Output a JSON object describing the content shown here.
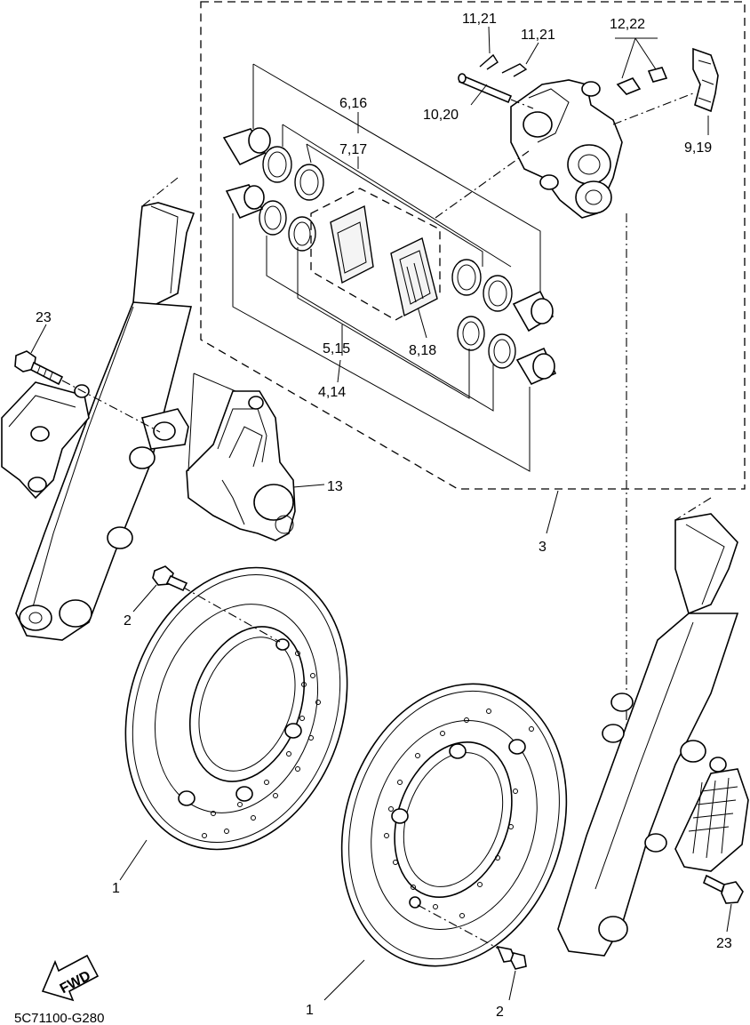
{
  "diagram": {
    "code": "5C71100-G280",
    "fwd_label": "FWD",
    "callouts": [
      {
        "id": "c-11-21-a",
        "text": "11,21"
      },
      {
        "id": "c-11-21-b",
        "text": "11,21"
      },
      {
        "id": "c-12-22",
        "text": "12,22"
      },
      {
        "id": "c-10-20",
        "text": "10,20"
      },
      {
        "id": "c-9-19",
        "text": "9,19"
      },
      {
        "id": "c-6-16",
        "text": "6,16"
      },
      {
        "id": "c-7-17",
        "text": "7,17"
      },
      {
        "id": "c-5-15",
        "text": "5,15"
      },
      {
        "id": "c-4-14",
        "text": "4,14"
      },
      {
        "id": "c-8-18",
        "text": "8,18"
      },
      {
        "id": "c-23-a",
        "text": "23"
      },
      {
        "id": "c-13",
        "text": "13"
      },
      {
        "id": "c-3",
        "text": "3"
      },
      {
        "id": "c-2-a",
        "text": "2"
      },
      {
        "id": "c-1-a",
        "text": "1"
      },
      {
        "id": "c-23-b",
        "text": "23"
      },
      {
        "id": "c-1-b",
        "text": "1"
      },
      {
        "id": "c-2-b",
        "text": "2"
      }
    ]
  }
}
